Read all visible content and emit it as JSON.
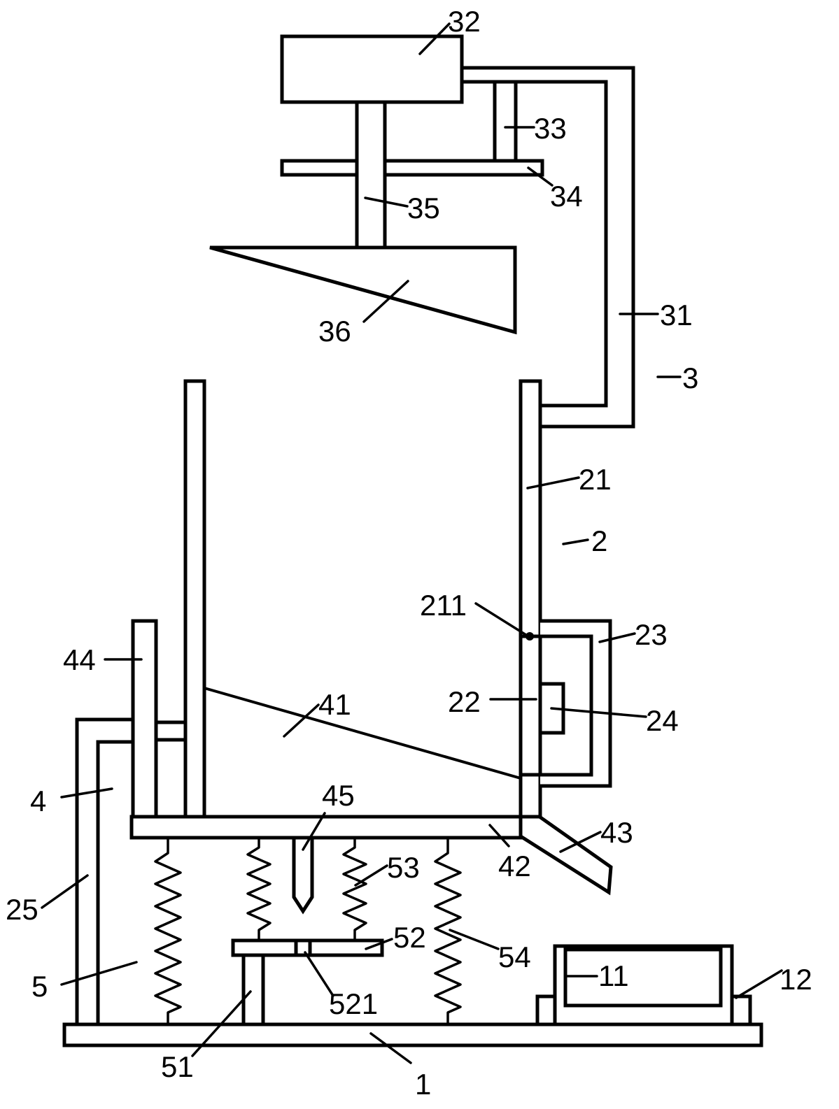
{
  "labels": {
    "l1": "1",
    "l11": "11",
    "l12": "12",
    "l2": "2",
    "l21": "21",
    "l211": "211",
    "l22": "22",
    "l23": "23",
    "l24": "24",
    "l25": "25",
    "l3": "3",
    "l31": "31",
    "l32": "32",
    "l33": "33",
    "l34": "34",
    "l35": "35",
    "l36": "36",
    "l4": "4",
    "l41": "41",
    "l42": "42",
    "l43": "43",
    "l44": "44",
    "l45": "45",
    "l5": "5",
    "l51": "51",
    "l52": "52",
    "l521": "521",
    "l53": "53",
    "l54": "54"
  }
}
